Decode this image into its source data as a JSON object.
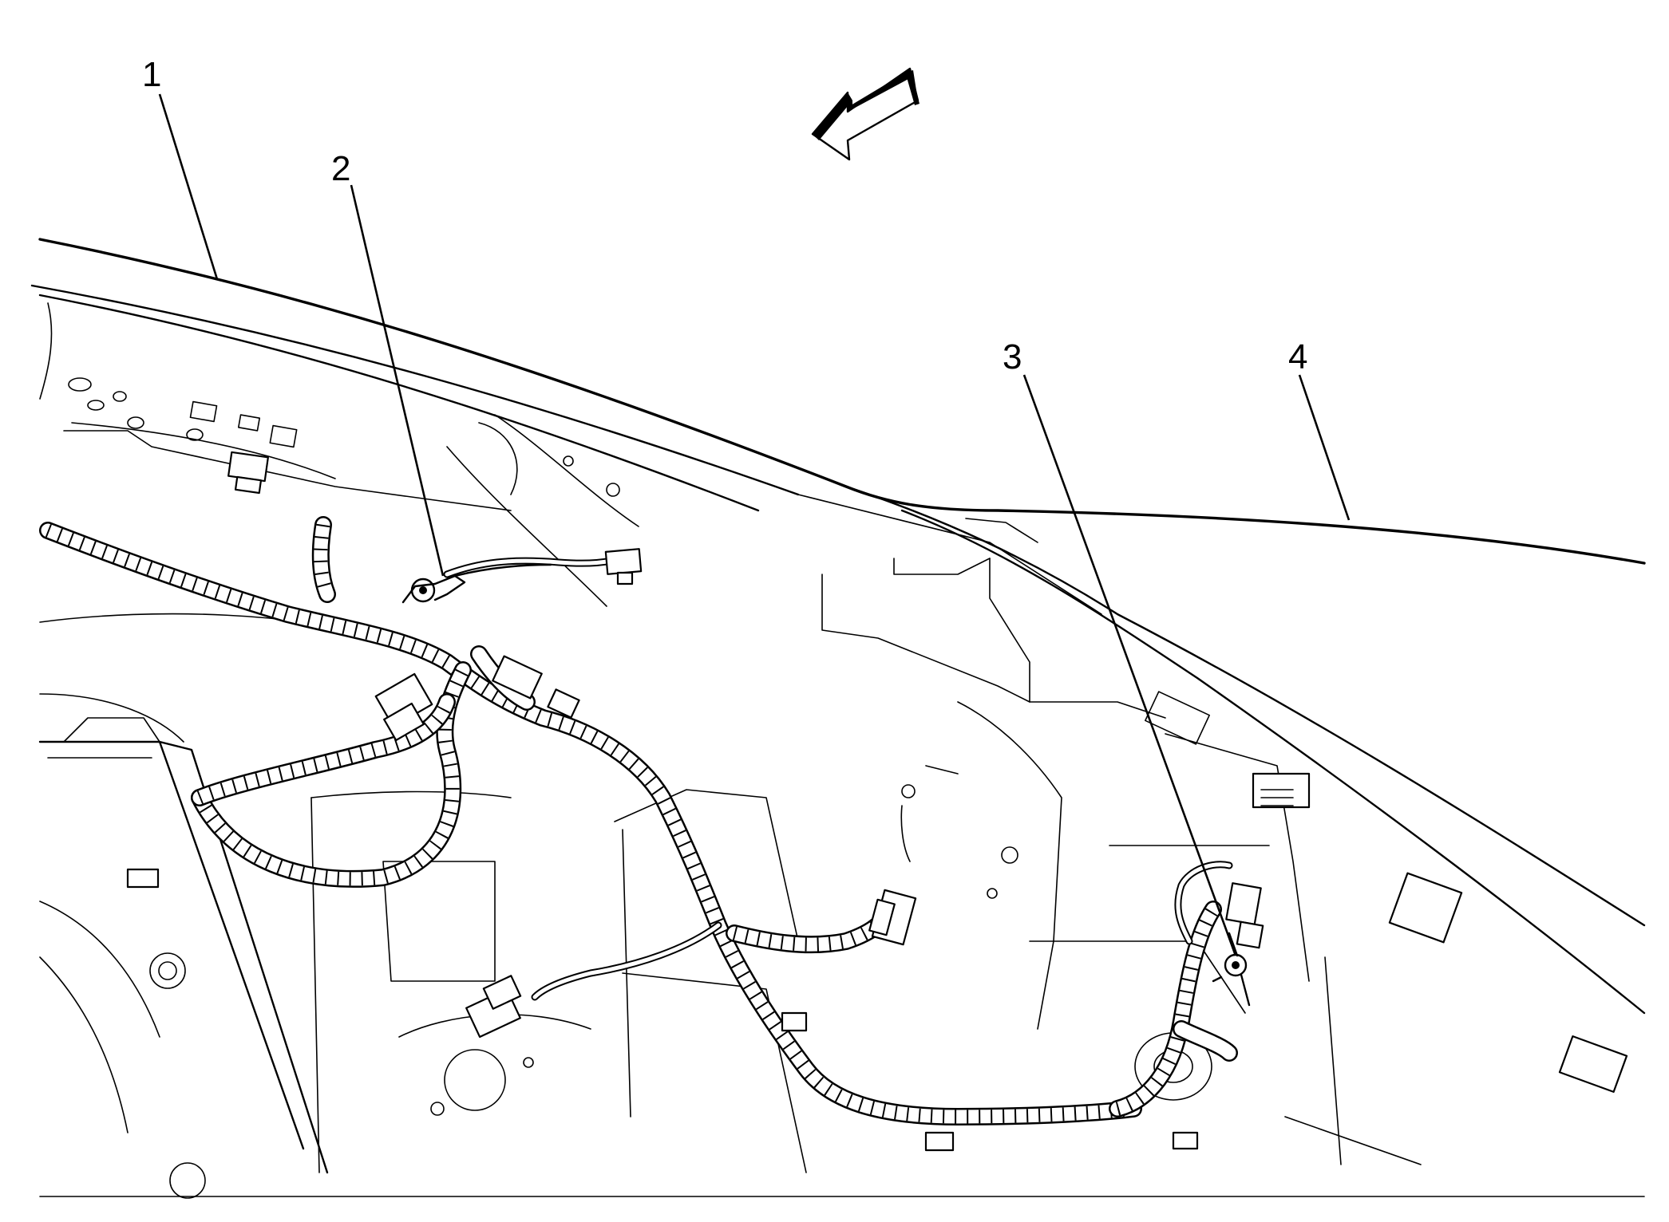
{
  "diagram": {
    "callouts": [
      {
        "id": "1",
        "text": "1"
      },
      {
        "id": "2",
        "text": "2"
      },
      {
        "id": "3",
        "text": "3"
      },
      {
        "id": "4",
        "text": "4"
      }
    ],
    "direction_arrow_icon": "front-direction-arrow-icon",
    "colors": {
      "line": "#000000",
      "background": "#ffffff"
    }
  }
}
